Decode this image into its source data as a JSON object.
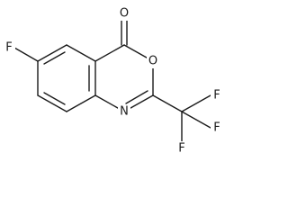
{
  "molecule": {
    "atoms": {
      "carbonyl_o": "O",
      "ring_o": "O",
      "ring_n": "N",
      "aryl_f": "F",
      "cf3_f1": "F",
      "cf3_f2": "F",
      "cf3_f3": "F"
    },
    "ink_color": "#1a1a1a"
  }
}
